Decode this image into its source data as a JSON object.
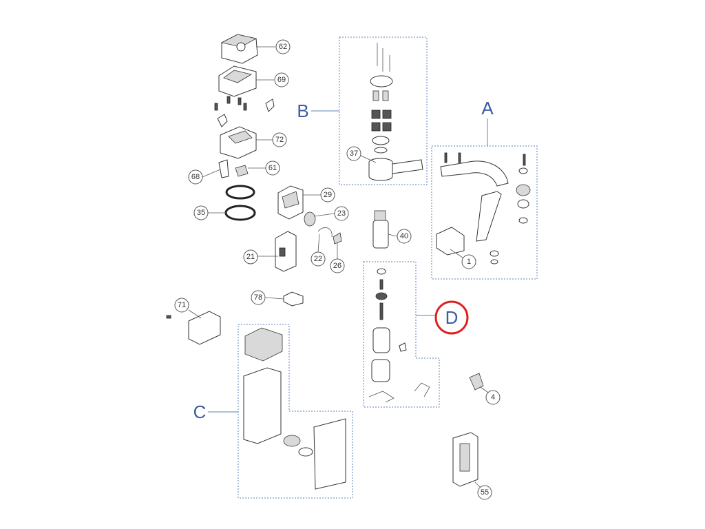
{
  "callouts": [
    {
      "id": "62",
      "label": "62"
    },
    {
      "id": "69",
      "label": "69"
    },
    {
      "id": "72",
      "label": "72"
    },
    {
      "id": "61",
      "label": "61"
    },
    {
      "id": "68",
      "label": "68"
    },
    {
      "id": "35",
      "label": "35"
    },
    {
      "id": "29",
      "label": "29"
    },
    {
      "id": "23",
      "label": "23"
    },
    {
      "id": "22",
      "label": "22"
    },
    {
      "id": "26",
      "label": "26"
    },
    {
      "id": "21",
      "label": "21"
    },
    {
      "id": "78",
      "label": "78"
    },
    {
      "id": "71",
      "label": "71"
    },
    {
      "id": "37",
      "label": "37"
    },
    {
      "id": "40",
      "label": "40"
    },
    {
      "id": "1",
      "label": "1"
    },
    {
      "id": "4",
      "label": "4"
    },
    {
      "id": "55",
      "label": "55"
    }
  ],
  "groups": [
    {
      "id": "A",
      "label": "A",
      "highlighted": false
    },
    {
      "id": "B",
      "label": "B",
      "highlighted": false
    },
    {
      "id": "C",
      "label": "C",
      "highlighted": false
    },
    {
      "id": "D",
      "label": "D",
      "highlighted": true
    }
  ],
  "colors": {
    "group_box": "#5b7fb8",
    "group_letter": "#3c5aa6",
    "highlight": "#e02020"
  }
}
